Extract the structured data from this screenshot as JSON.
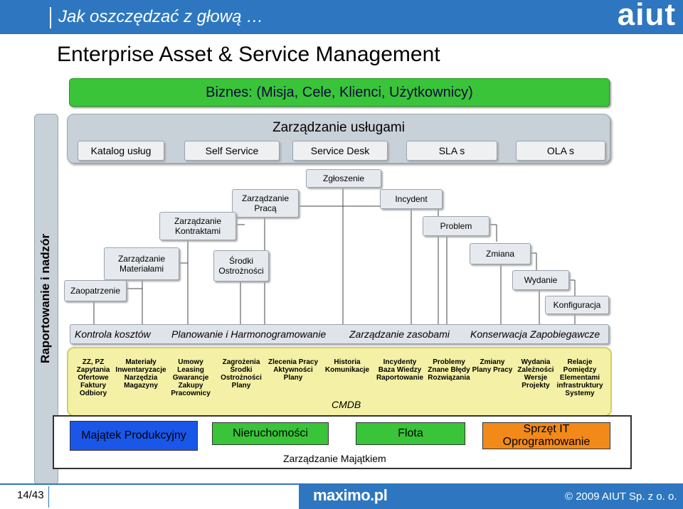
{
  "header": {
    "title": "Jak oszczędzać z głową …",
    "logo": "aiut"
  },
  "page_title": "Enterprise Asset & Service Management",
  "business_bar": "Biznes:  (Misja, Cele, Klienci, Użytkownicy)",
  "service_mgmt": {
    "title": "Zarządzanie usługami",
    "items": [
      "Katalog usług",
      "Self Service",
      "Service Desk",
      "SLA s",
      "OLA s"
    ]
  },
  "side_label": "Raportowanie i nadzór",
  "nodes": {
    "zgloszenie": "Zgłoszenie",
    "praca": "Zarządzanie Pracą",
    "incydent": "Incydent",
    "kontrakty": "Zarządzanie Kontraktami",
    "problem": "Problem",
    "materialy": "Zarządzanie Materiałami",
    "srodki": "Środki Ostrożności",
    "zmiana": "Zmiana",
    "zaopatrzenie": "Zaopatrzenie",
    "wydanie": "Wydanie",
    "konfiguracja": "Konfiguracja"
  },
  "process_bar": [
    "Kontrola kosztów",
    "Planowanie i Harmonogramowanie",
    "Zarządzanie zasobami",
    "Konserwacja Zapobiegawcze"
  ],
  "cmdb": {
    "label": "CMDB",
    "columns": [
      [
        "ZZ, PZ",
        "Zapytania",
        "Ofertowe",
        "Faktury",
        "Odbiory"
      ],
      [
        "Materiały",
        "Inwentaryzacje",
        "Narzędzia",
        "Magazyny"
      ],
      [
        "Umowy",
        "Leasing",
        "Gwarancje",
        "Zakupy",
        "Pracownicy"
      ],
      [
        "Zagrożenia",
        "Środki",
        "Ostrożności",
        "Plany"
      ],
      [
        "Zlecenia Pracy",
        "Aktywności",
        "Plany"
      ],
      [
        "Historia",
        "Komunikacje"
      ],
      [
        "Incydenty",
        "Baza Wiedzy",
        "Raportowanie"
      ],
      [
        "Problemy",
        "Znane Błędy",
        "Rozwiązania"
      ],
      [
        "Zmiany",
        "Plany Pracy"
      ],
      [
        "Wydania",
        "Zależności",
        "Wersje",
        "Projekty"
      ],
      [
        "Relacje",
        "Pomiędzy",
        "Elementami",
        "infrastruktury",
        "Systemy"
      ]
    ]
  },
  "assets": {
    "title": "Zarządzanie Majątkiem",
    "items": [
      "Majątek Produkcyjny",
      "Nieruchomości",
      "Flota",
      "Sprzęt IT Oprogramowanie"
    ],
    "colors": [
      "#1a57e8",
      "#39c439",
      "#39c439",
      "#f28a1a"
    ]
  },
  "footer": {
    "page": "14/43",
    "brand": "maximo.pl",
    "copyright": "© 2009 AIUT Sp. z o. o."
  },
  "colors": {
    "brand_blue": "#2e77c0",
    "green": "#39c439",
    "yellow": "#f4f1a6"
  }
}
